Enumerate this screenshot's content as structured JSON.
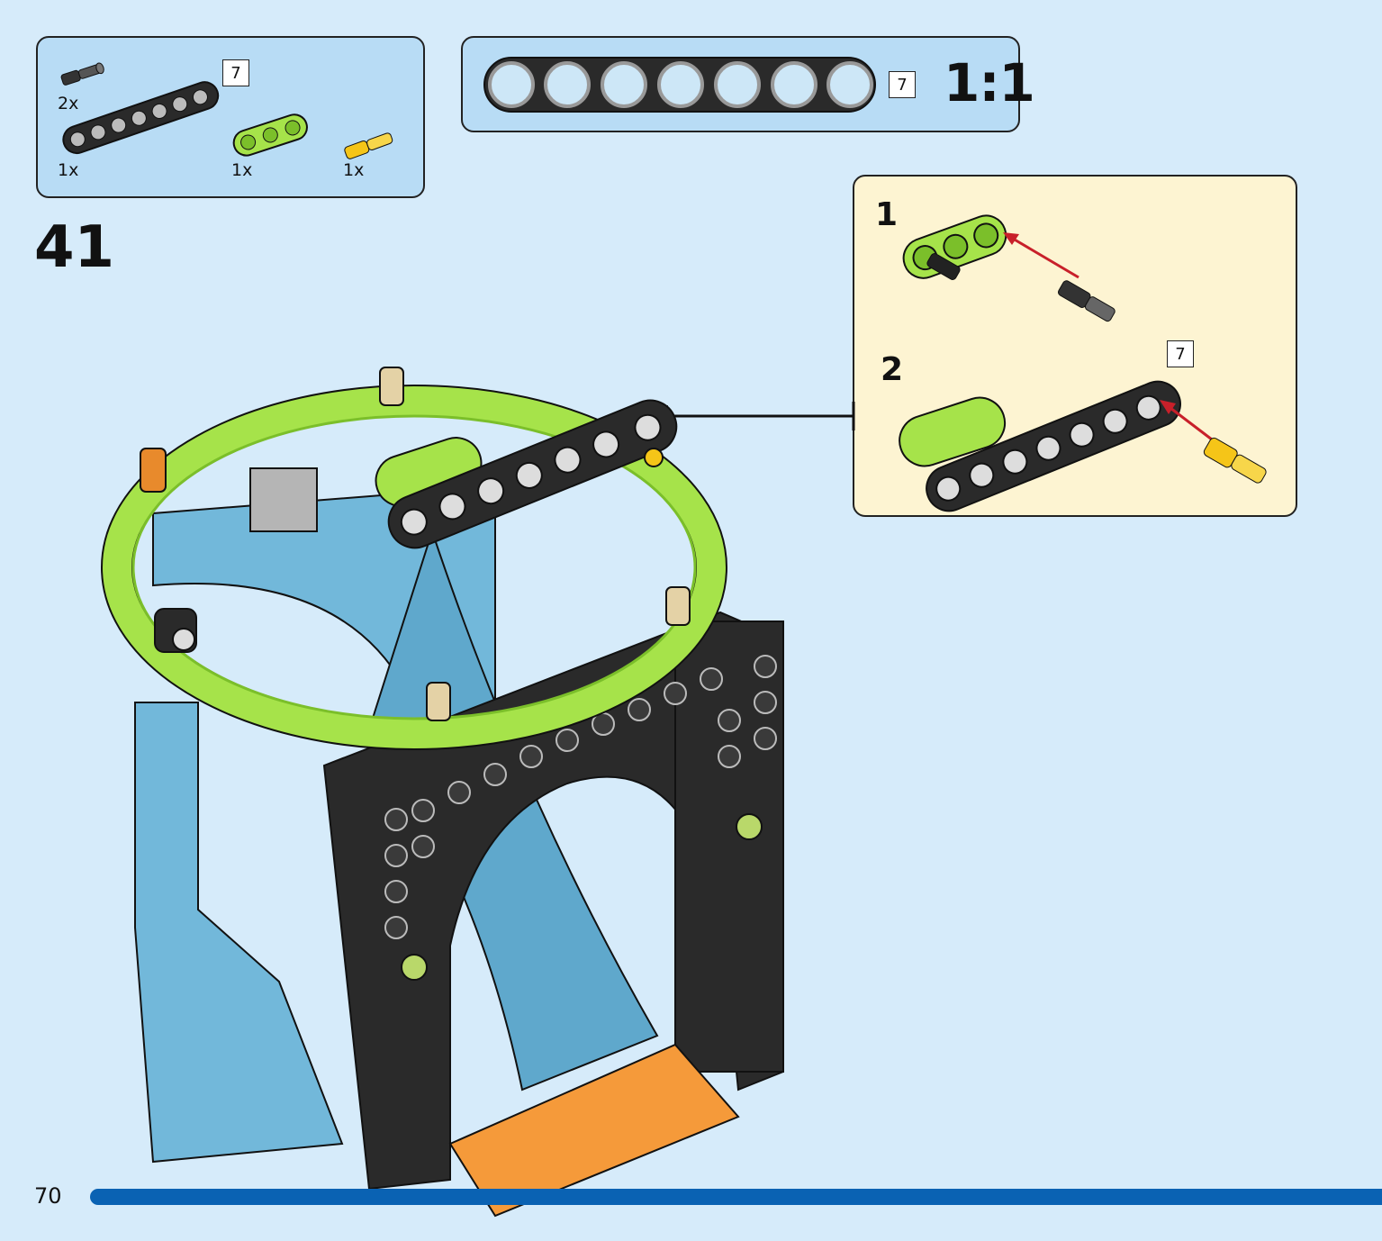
{
  "parts_list": {
    "items": [
      {
        "name": "pin-with-friction",
        "quantity": "2x"
      },
      {
        "name": "black-beam-7",
        "quantity": "1x",
        "length_label": "7"
      },
      {
        "name": "lime-beam-3",
        "quantity": "1x"
      },
      {
        "name": "yellow-axle-pin",
        "quantity": "1x"
      }
    ]
  },
  "ruler": {
    "length_label": "7",
    "scale_label": "1:1"
  },
  "step": {
    "number": "41"
  },
  "substeps": [
    {
      "number": "1"
    },
    {
      "number": "2",
      "length_label": "7"
    }
  ],
  "page": {
    "number": "70"
  },
  "colors": {
    "background": "#d6ebfa",
    "panel_blue": "#b8dcf5",
    "panel_cream": "#fdf4d2",
    "lime": "#a6e34a",
    "black_part": "#2a2a2a",
    "sky_blue": "#72b8da",
    "orange": "#f59a3a",
    "yellow": "#f5c518",
    "page_bar": "#0a62b3"
  }
}
